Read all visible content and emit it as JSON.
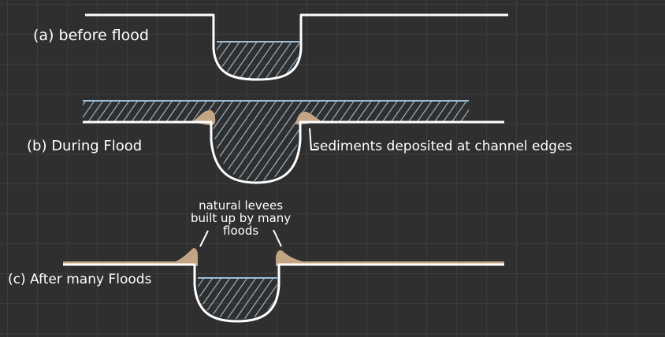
{
  "labels": {
    "stage_a": "(a) before flood",
    "stage_b": "(b) During Flood",
    "stage_c": "(c) After many Floods"
  },
  "annotations": {
    "sediments": "sediments deposited at channel edges",
    "levees_line1": "natural levees",
    "levees_line2": "built up by many",
    "levees_line3": "floods"
  },
  "colors": {
    "background": "#2f2f2f",
    "grid": "#3c3c3c",
    "ground_line": "#ffffff",
    "water_hatch": "#9dbfd6",
    "sediment": "#c2a584"
  }
}
